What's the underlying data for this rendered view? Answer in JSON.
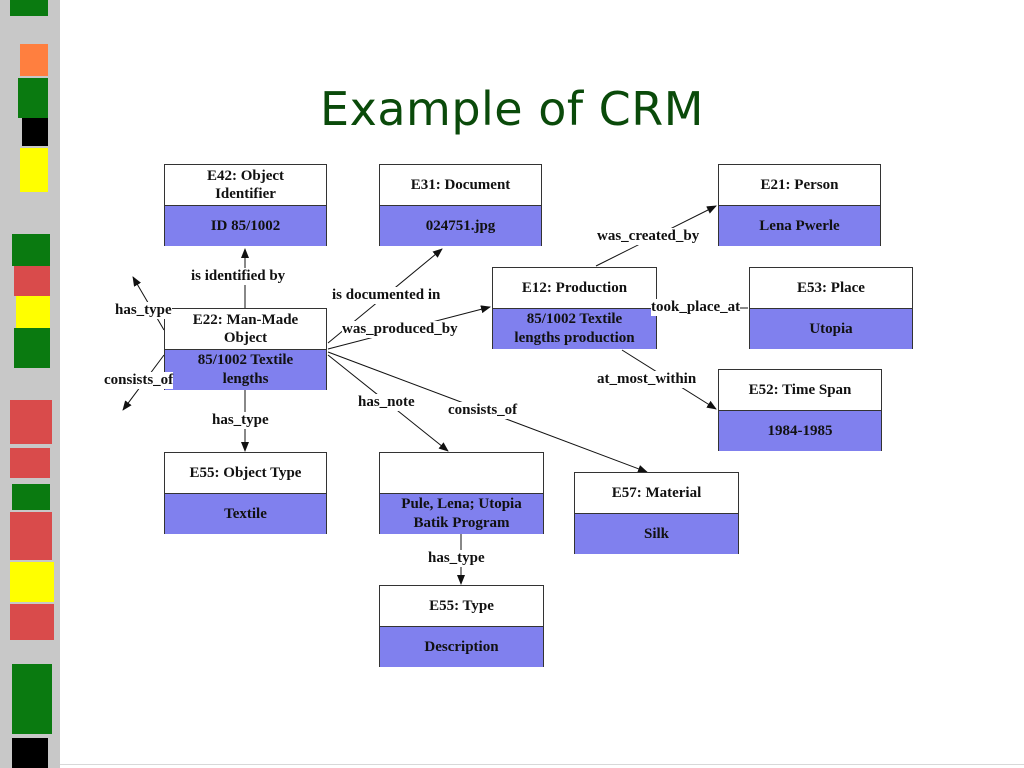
{
  "title": "Example of CRM",
  "nodes": {
    "e42": {
      "type": "E42: Object Identifier",
      "value": "ID 85/1002"
    },
    "e31": {
      "type": "E31: Document",
      "value": "024751.jpg"
    },
    "e21": {
      "type": "E21: Person",
      "value": "Lena Pwerle"
    },
    "e12": {
      "type": "E12: Production",
      "value": "85/1002 Textile lengths production"
    },
    "e53": {
      "type": "E53: Place",
      "value": "Utopia"
    },
    "e22": {
      "type": "E22: Man-Made Object",
      "value": "85/1002 Textile lengths"
    },
    "e52": {
      "type": "E52: Time Span",
      "value": "1984-1985"
    },
    "e55a": {
      "type": "E55: Object Type",
      "value": "Textile"
    },
    "note": {
      "type": "",
      "value": "Pule, Lena; Utopia Batik Program"
    },
    "e57": {
      "type": "E57: Material",
      "value": "Silk"
    },
    "e55b": {
      "type": "E55: Type",
      "value": "Description"
    }
  },
  "edges": {
    "is_identified_by": "is identified by",
    "is_documented_in": "is documented in",
    "was_produced_by": "was_produced_by",
    "was_created_by": "was_created_by",
    "took_place_at": "took_place_at",
    "at_most_within": "at_most_within",
    "has_type_left": "has_type",
    "consists_of_left": "consists_of",
    "has_type_down": "has_type",
    "has_note": "has_note",
    "consists_of": "consists_of",
    "has_type_note": "has_type"
  },
  "colors": {
    "title": "#0a4a0a",
    "value_fill": "#8080ee",
    "sidebar_green": "#0a7a10",
    "sidebar_orange": "#ff7f3f",
    "sidebar_yellow": "#ffff00",
    "sidebar_red": "#d94b4b",
    "sidebar_black": "#000000"
  }
}
